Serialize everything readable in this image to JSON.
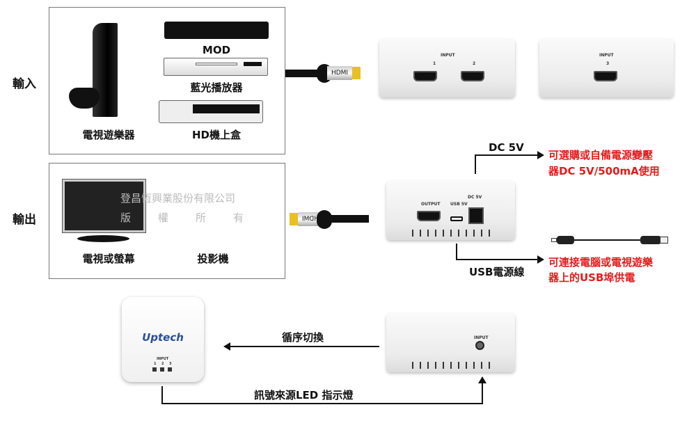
{
  "side_labels": {
    "input": "輸入",
    "output": "輸出"
  },
  "input_devices": {
    "console": "電視遊樂器",
    "mod": "MOD",
    "bluray": "藍光播放器",
    "hdbox": "HD機上盒"
  },
  "output_devices": {
    "tv": "電視或螢幕",
    "projector": "投影機"
  },
  "watermark": {
    "line1": "登昌恆興業股份有限公司",
    "line2": [
      "版",
      "權",
      "所",
      "有"
    ]
  },
  "cable_label": "HDMI",
  "switch_inputs": {
    "label": "INPUT",
    "port1": "1",
    "port2": "2",
    "port3": "3"
  },
  "switch_rear": {
    "output": "OUTPUT",
    "usb": "USB 5V",
    "dc": "DC 5V"
  },
  "dc_label": "DC 5V",
  "dc_note": [
    "可選購或自備電源變壓",
    "器DC 5V/500mA使用"
  ],
  "usb_label": "USB電源線",
  "usb_note": [
    "可連接電腦或電視遊樂",
    "器上的USB埠供電"
  ],
  "brand": "Uptech",
  "front_input": "INPUT",
  "front_leds": [
    "1",
    "2",
    "3"
  ],
  "cycle_label": "循序切換",
  "led_label": "訊號來源LED 指示燈",
  "colors": {
    "note": "#e51b1b",
    "brand": "#2a4f9a",
    "gold": "#e8c020"
  }
}
